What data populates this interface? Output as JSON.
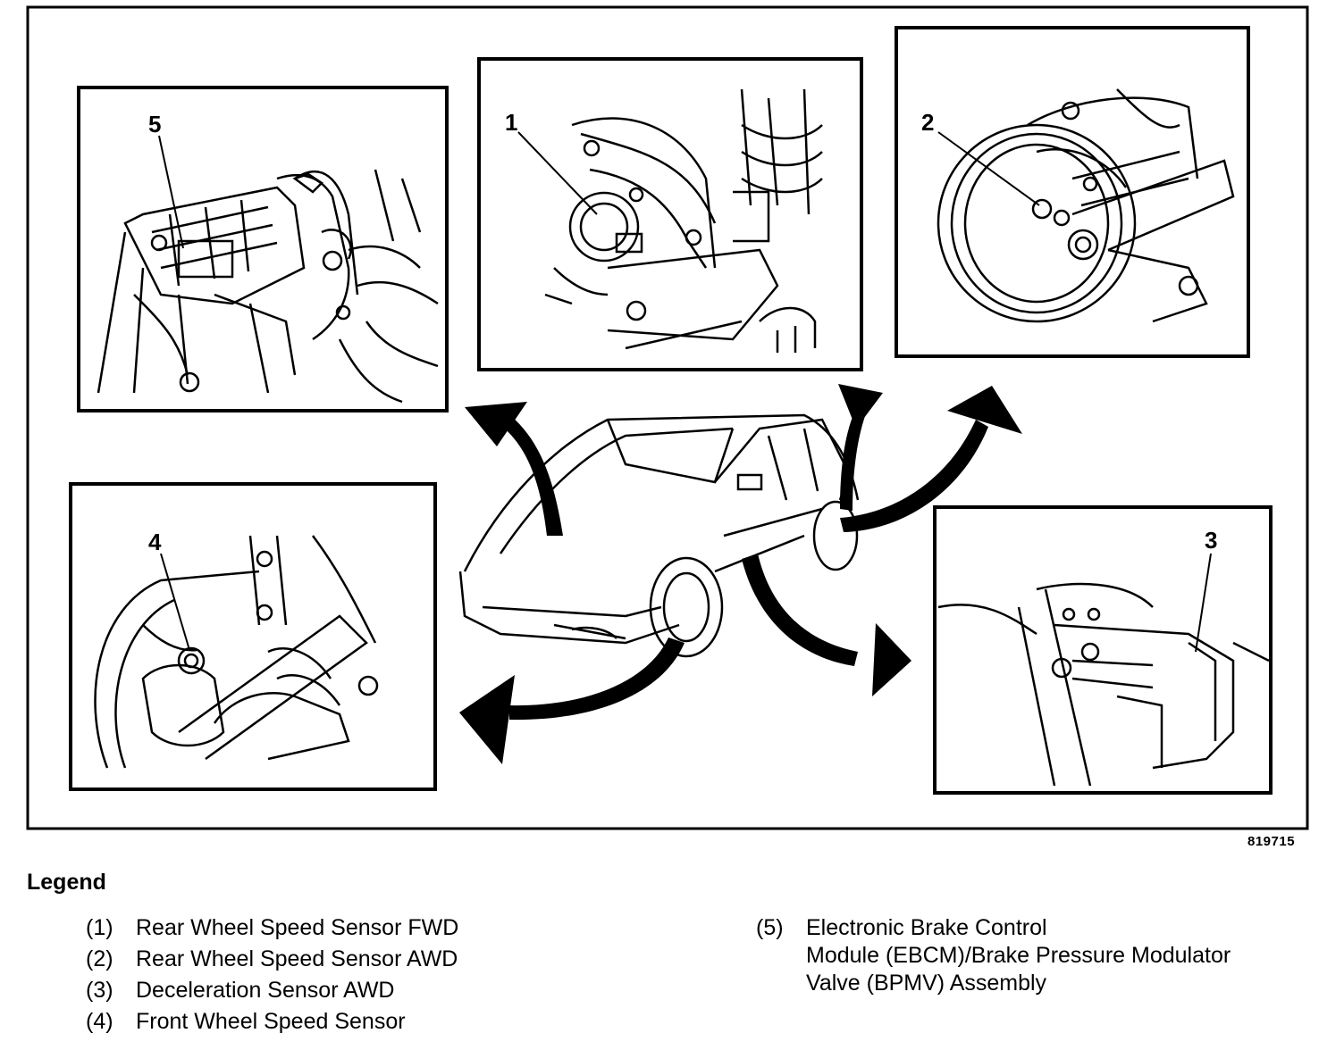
{
  "figure": {
    "callouts": {
      "c1": "1",
      "c2": "2",
      "c3": "3",
      "c4": "4",
      "c5": "5"
    },
    "reference_code": "819715"
  },
  "legend": {
    "title": "Legend",
    "items": [
      {
        "num": "(1)",
        "text": "Rear Wheel Speed Sensor FWD"
      },
      {
        "num": "(2)",
        "text": "Rear Wheel Speed Sensor AWD"
      },
      {
        "num": "(3)",
        "text": "Deceleration Sensor AWD"
      },
      {
        "num": "(4)",
        "text": "Front Wheel Speed Sensor"
      },
      {
        "num": "(5)",
        "text": "Electronic Brake Control\nModule (EBCM)/Brake Pressure Modulator\nValve (BPMV) Assembly"
      }
    ]
  }
}
